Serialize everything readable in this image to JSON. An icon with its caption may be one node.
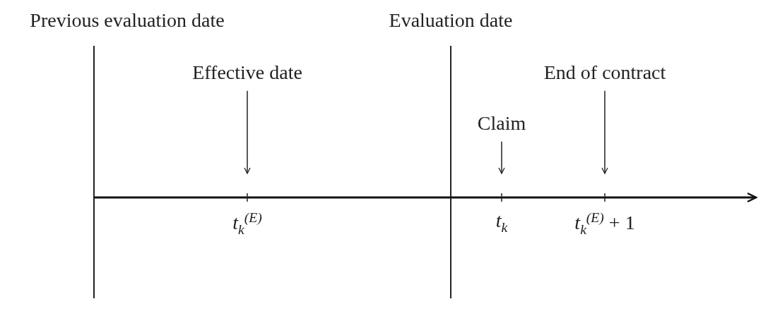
{
  "diagram": {
    "nodes": [
      {
        "text": [
          "Effective date"
        ]
      },
      {
        "text": [
          "Claim"
        ]
      },
      {
        "text": [
          "End of contract"
        ]
      }
    ],
    "edges": [
      {
        "from": 0,
        "to": null,
        "arrow": "to"
      },
      {
        "from": 1,
        "to": null,
        "arrow": "to"
      },
      {
        "from": 2,
        "to": null,
        "arrow": "to"
      }
    ],
    "labels": [
      "Previous evaluation date",
      "Evaluation date",
      "*t*$_{k}$$^{(E)}$",
      "*t*$_{k}$",
      "*t*$_{k}$$^{(E)}$ + 1"
    ]
  }
}
